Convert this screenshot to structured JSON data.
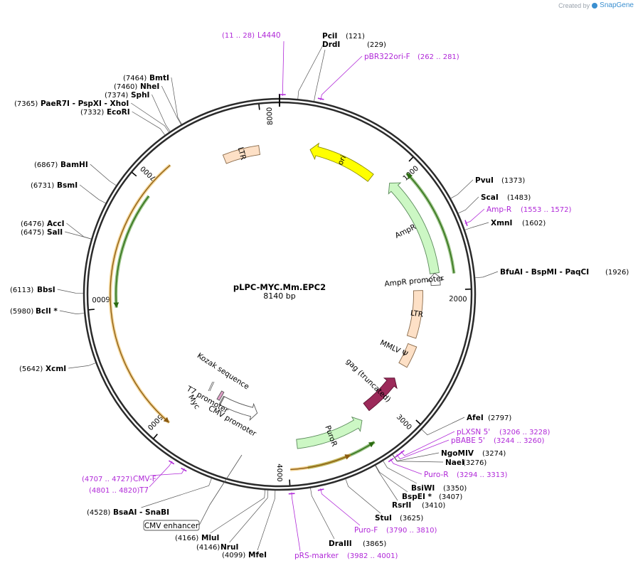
{
  "credit": {
    "created_by": "Created by",
    "brand": "SnapGene"
  },
  "plasmid": {
    "name": "pLPC-MYC.Mm.EPC2",
    "length_label": "8140 bp",
    "length": 8140
  },
  "colors": {
    "primer": "#b028d8",
    "backbone": "#2b2b2b",
    "orf_yellow": "#e8b040",
    "orf_green": "#3e8a1a"
  },
  "ticks": [
    {
      "pos": 1000,
      "label": "1000"
    },
    {
      "pos": 2000,
      "label": "2000"
    },
    {
      "pos": 3000,
      "label": "3000"
    },
    {
      "pos": 4000,
      "label": "4000"
    },
    {
      "pos": 5000,
      "label": "5000"
    },
    {
      "pos": 6000,
      "label": "6000"
    },
    {
      "pos": 7000,
      "label": "7000"
    },
    {
      "pos": 8000,
      "label": "8000"
    }
  ],
  "features": [
    {
      "name": "LTR",
      "label": "LTR",
      "start": 7640,
      "end": 7960,
      "dir": "none",
      "color": "#fde0c6",
      "stroke": "#8a6a4a"
    },
    {
      "name": "ori",
      "label": "ori",
      "start": 270,
      "end": 860,
      "dir": "rev",
      "color": "#ffff00",
      "stroke": "#8a8a00"
    },
    {
      "name": "AmpR",
      "label": "AmpR",
      "start": 1010,
      "end": 1860,
      "dir": "rev",
      "color": "#ccf7c4",
      "stroke": "#5a8a5a"
    },
    {
      "name": "AmpR promoter",
      "label": "AmpR promoter",
      "start": 1860,
      "end": 1960,
      "dir": "rev",
      "color": "#ffffff",
      "stroke": "#555555"
    },
    {
      "name": "LTR",
      "label": "LTR",
      "start": 2000,
      "end": 2440,
      "dir": "none",
      "color": "#fde0c6",
      "stroke": "#8a6a4a"
    },
    {
      "name": "MMLV psi",
      "label": "MMLV Ψ",
      "start": 2510,
      "end": 2710,
      "dir": "none",
      "color": "#fde0c6",
      "stroke": "#8a6a4a"
    },
    {
      "name": "gag (truncated)",
      "label": "gag (truncated)",
      "start": 2850,
      "end": 3220,
      "dir": "rev",
      "color": "#9c2a5a",
      "stroke": "#5a1030"
    },
    {
      "name": "PuroR",
      "label": "PuroR",
      "start": 3320,
      "end": 3920,
      "dir": "rev",
      "color": "#ccf7c4",
      "stroke": "#5a8a5a"
    },
    {
      "name": "CMV promoter",
      "label": "CMV promoter",
      "start": 4310,
      "end": 4710,
      "dir": "rev",
      "color": "#ffffff",
      "stroke": "#555555"
    },
    {
      "name": "CMV enhancer",
      "label": "CMV enhancer",
      "start": 4710,
      "end": 4720,
      "dir": "none",
      "color": "#ffffff",
      "stroke": "#555555"
    },
    {
      "name": "Myc",
      "label": "Myc",
      "start": 4738,
      "end": 4768,
      "dir": "fwd",
      "color": "#e0a0c8",
      "stroke": "#555555"
    }
  ],
  "orfs": [
    {
      "start": 1050,
      "end": 1880,
      "dir": "rev",
      "type": "green"
    },
    {
      "start": 3330,
      "end": 3860,
      "dir": "rev",
      "type": "green"
    },
    {
      "start": 3530,
      "end": 3990,
      "dir": "rev",
      "type": "yellow"
    },
    {
      "start": 4990,
      "end": 7230,
      "dir": "rev",
      "type": "yellow"
    },
    {
      "start": 6000,
      "end": 6940,
      "dir": "rev",
      "type": "green"
    }
  ],
  "small_labels": [
    {
      "text": "Kozak sequence",
      "name": "kozak-sequence-label"
    },
    {
      "text": "T7 promoter",
      "name": "t7-promoter-label"
    },
    {
      "text": "Myc",
      "name": "myc-label"
    },
    {
      "text": "CMV promoter",
      "name": "cmv-promoter-label"
    },
    {
      "text": "CMV enhancer",
      "name": "cmv-enhancer-label"
    }
  ],
  "sites": [
    {
      "name": "PciI",
      "pos": "(121)",
      "at": 121
    },
    {
      "name": "DrdI",
      "pos": "(229)",
      "at": 229
    },
    {
      "name": "PvuI",
      "pos": "(1373)",
      "at": 1373
    },
    {
      "name": "ScaI",
      "pos": "(1483)",
      "at": 1483
    },
    {
      "name": "XmnI",
      "pos": "(1602)",
      "at": 1602
    },
    {
      "name": "BfuAI - BspMI - PaqCI",
      "pos": "(1926)",
      "at": 1926
    },
    {
      "name": "AfeI",
      "pos": "(2797)",
      "at": 3020
    },
    {
      "name": "NgoMIV",
      "pos": "(3274)",
      "at": 3274
    },
    {
      "name": "NaeI",
      "pos": "(3276)",
      "at": 3276
    },
    {
      "name": "BsiWI",
      "pos": "(3350)",
      "at": 3350
    },
    {
      "name": "BspEI *",
      "pos": "(3407)",
      "at": 3407
    },
    {
      "name": "RsrII",
      "pos": "(3410)",
      "at": 3410
    },
    {
      "name": "StuI",
      "pos": "(3625)",
      "at": 3625
    },
    {
      "name": "DraIII",
      "pos": "(3865)",
      "at": 3865
    },
    {
      "name": "MfeI",
      "pos": "(4099)",
      "at": 4099
    },
    {
      "name": "NruI",
      "pos": "(4146)",
      "at": 4146
    },
    {
      "name": "MluI",
      "pos": "(4166)",
      "at": 4166
    },
    {
      "name": "BsaAI - SnaBI",
      "pos": "(4528)",
      "at": 4528
    },
    {
      "name": "XcmI",
      "pos": "(5642)",
      "at": 5642
    },
    {
      "name": "BclI *",
      "pos": "(5980)",
      "at": 5980
    },
    {
      "name": "BbsI",
      "pos": "(6113)",
      "at": 6113
    },
    {
      "name": "SalI",
      "pos": "(6475)",
      "at": 6475
    },
    {
      "name": "AccI",
      "pos": "(6476)",
      "at": 6476
    },
    {
      "name": "BsmI",
      "pos": "(6731)",
      "at": 6731
    },
    {
      "name": "BamHI",
      "pos": "(6867)",
      "at": 6867
    },
    {
      "name": "EcoRI",
      "pos": "(7332)",
      "at": 7332
    },
    {
      "name": "PaeR7I - PspXI - XhoI",
      "pos": "(7365)",
      "at": 7365
    },
    {
      "name": "SphI",
      "pos": "(7374)",
      "at": 7374
    },
    {
      "name": "NheI",
      "pos": "(7460)",
      "at": 7460
    },
    {
      "name": "BmtI",
      "pos": "(7464)",
      "at": 7464
    }
  ],
  "primers": [
    {
      "name": "L4440",
      "pos": "(11 .. 28)",
      "at": 20
    },
    {
      "name": "pBR322ori-F",
      "pos": "(262 .. 281)",
      "at": 270
    },
    {
      "name": "Amp-R",
      "pos": "(1553 .. 1572)",
      "at": 1562
    },
    {
      "name": "pLXSN 5'",
      "pos": "(3206 .. 3228)",
      "at": 3217
    },
    {
      "name": "pBABE 5'",
      "pos": "(3244 .. 3260)",
      "at": 3252
    },
    {
      "name": "Puro-R",
      "pos": "(3294 .. 3313)",
      "at": 3303
    },
    {
      "name": "Puro-F",
      "pos": "(3790 .. 3810)",
      "at": 3800
    },
    {
      "name": "pRS-marker",
      "pos": "(3982 .. 4001)",
      "at": 3991
    },
    {
      "name": "CMV-F",
      "pos": "(4707 .. 4727)",
      "at": 4717
    },
    {
      "name": "T7",
      "pos": "(4801 .. 4820)",
      "at": 4810
    }
  ]
}
